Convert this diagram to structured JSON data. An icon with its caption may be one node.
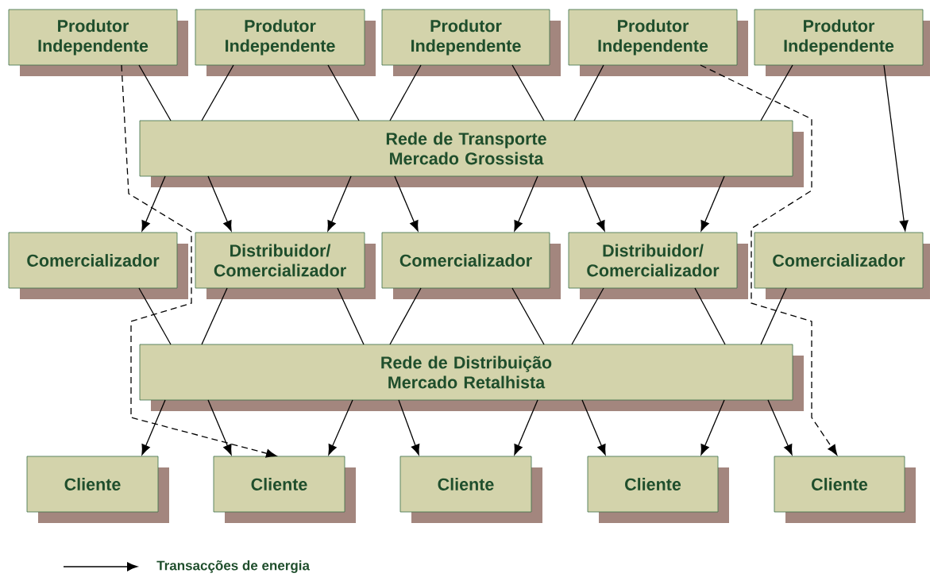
{
  "diagram": {
    "nodes": [
      {
        "text": [
          "Produtor Independente"
        ]
      },
      {
        "text": [
          "Produtor Independente"
        ]
      },
      {
        "text": [
          "Produtor Independente"
        ]
      },
      {
        "text": [
          "Produtor Independente"
        ]
      },
      {
        "text": [
          "Produtor Independente"
        ]
      },
      {
        "text": [
          "Rede de Transporte",
          "Mercado Grossista"
        ]
      },
      {
        "text": [
          "Comercializador"
        ]
      },
      {
        "text": [
          "Distribuidor/ Comercializador"
        ]
      },
      {
        "text": [
          "Comercializador"
        ]
      },
      {
        "text": [
          "Distribuidor/ Comercializador"
        ]
      },
      {
        "text": [
          "Comercializador"
        ]
      },
      {
        "text": [
          "Rede de Distribuição",
          "Mercado Retalhista"
        ]
      },
      {
        "text": [
          "Cliente"
        ]
      },
      {
        "text": [
          "Cliente"
        ]
      },
      {
        "text": [
          "Cliente"
        ]
      },
      {
        "text": [
          "Cliente"
        ]
      },
      {
        "text": [
          "Cliente"
        ]
      }
    ],
    "edges": [
      {
        "from": 0,
        "to": 5,
        "arrow": "none"
      },
      {
        "from": 1,
        "to": 5,
        "arrow": "none"
      },
      {
        "from": 1,
        "to": 5,
        "arrow": "none"
      },
      {
        "from": 2,
        "to": 5,
        "arrow": "none"
      },
      {
        "from": 2,
        "to": 5,
        "arrow": "none"
      },
      {
        "from": 3,
        "to": 5,
        "arrow": "none"
      },
      {
        "from": 4,
        "to": 5,
        "arrow": "none"
      },
      {
        "from": 4,
        "to": 10,
        "arrow": "to"
      },
      {
        "from": 5,
        "to": 6,
        "arrow": "to"
      },
      {
        "from": 5,
        "to": 7,
        "arrow": "to"
      },
      {
        "from": 5,
        "to": 7,
        "arrow": "to"
      },
      {
        "from": 5,
        "to": 8,
        "arrow": "to"
      },
      {
        "from": 5,
        "to": 8,
        "arrow": "to"
      },
      {
        "from": 5,
        "to": 9,
        "arrow": "to"
      },
      {
        "from": 5,
        "to": 9,
        "arrow": "to"
      },
      {
        "from": 6,
        "to": 11,
        "arrow": "none"
      },
      {
        "from": 7,
        "to": 11,
        "arrow": "none"
      },
      {
        "from": 7,
        "to": 11,
        "arrow": "none"
      },
      {
        "from": 8,
        "to": 11,
        "arrow": "none"
      },
      {
        "from": 8,
        "to": 11,
        "arrow": "none"
      },
      {
        "from": 9,
        "to": 11,
        "arrow": "none"
      },
      {
        "from": 9,
        "to": 11,
        "arrow": "none"
      },
      {
        "from": 10,
        "to": 11,
        "arrow": "none"
      },
      {
        "from": 11,
        "to": 12,
        "arrow": "to"
      },
      {
        "from": 11,
        "to": 13,
        "arrow": "to"
      },
      {
        "from": 11,
        "to": 13,
        "arrow": "to"
      },
      {
        "from": 11,
        "to": 14,
        "arrow": "to"
      },
      {
        "from": 11,
        "to": 14,
        "arrow": "to"
      },
      {
        "from": 11,
        "to": 15,
        "arrow": "to"
      },
      {
        "from": 11,
        "to": 15,
        "arrow": "to"
      },
      {
        "from": 11,
        "to": 16,
        "arrow": "to"
      },
      {
        "from": 0,
        "to": 13,
        "arrow": "to",
        "style": "dashed"
      },
      {
        "from": 3,
        "to": 16,
        "arrow": "to",
        "style": "dashed"
      }
    ],
    "legend": [
      {
        "text": "Transacções de energia"
      }
    ]
  }
}
